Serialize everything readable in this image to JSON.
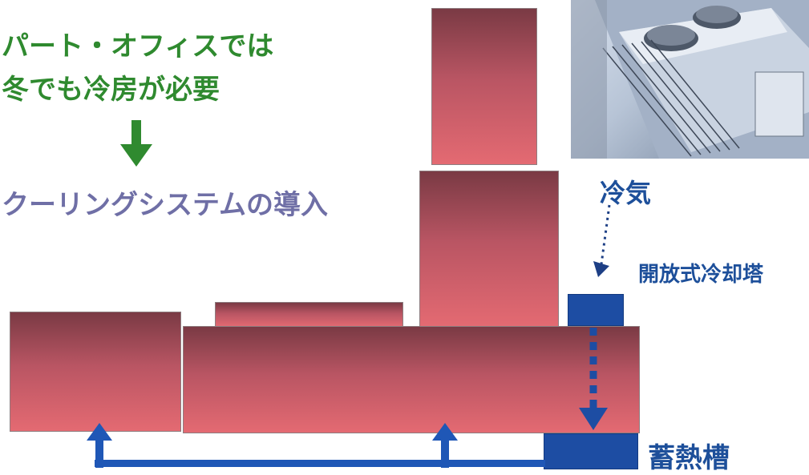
{
  "texts": {
    "line1": "パート・オフィスでは",
    "line2": "冬でも冷房が必要",
    "line3": "クーリングシステムの導入",
    "cold_air": "冷気",
    "open_cooling_tower": "開放式冷却塔",
    "heat_storage_tank": "蓄熱槽"
  },
  "colors": {
    "green_text": "#2f8a2f",
    "purple_text": "#6f6fa6",
    "blue": "#1d4da3",
    "building_top": "#7a3a44",
    "building_bottom": "#e46a72"
  },
  "icons": {
    "down_arrow": "down-arrow-icon",
    "cold_air_arrow": "dotted-arrow-icon",
    "up_arrows": "up-arrow-icon"
  }
}
